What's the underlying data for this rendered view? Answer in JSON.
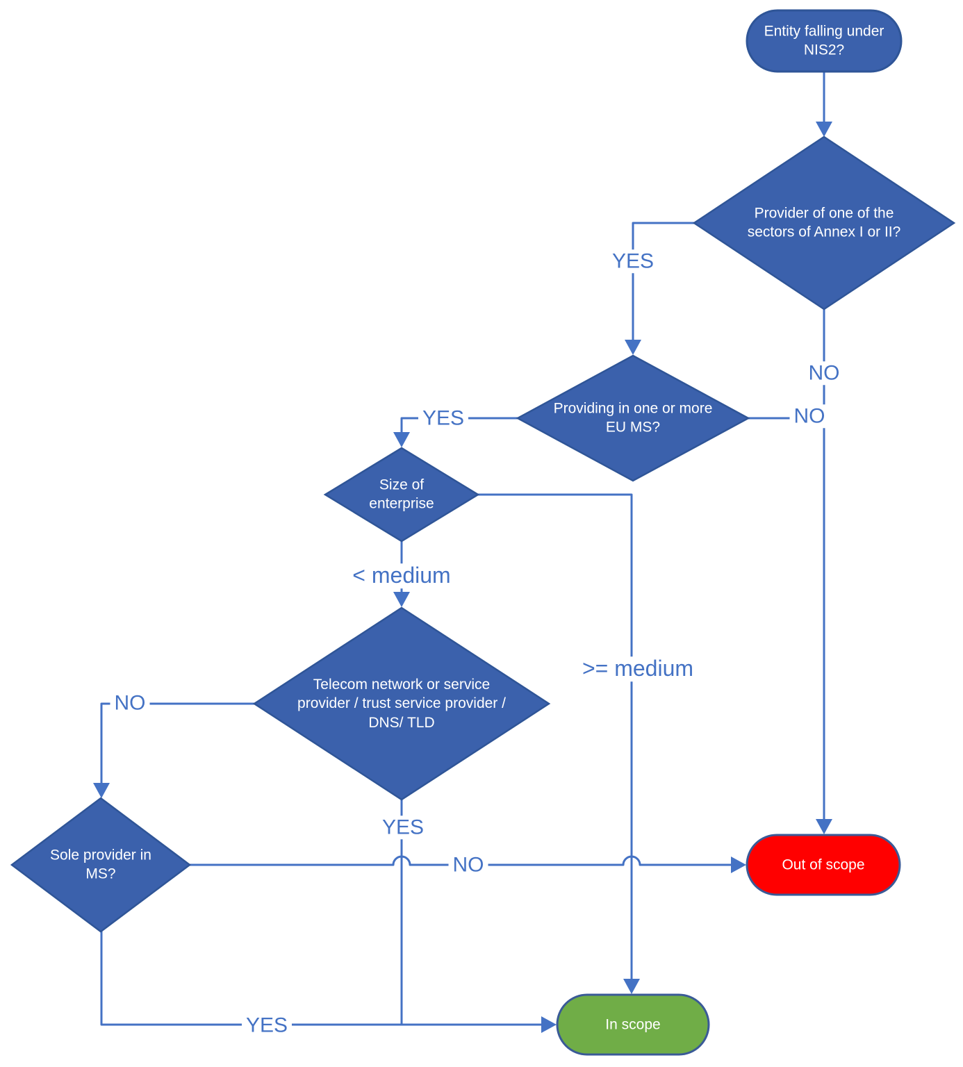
{
  "diagram": {
    "title": "NIS2 scope decision flowchart",
    "nodes": {
      "start": {
        "label": "Entity falling under\nNIS2?",
        "shape": "rounded-rectangle"
      },
      "sector_question": {
        "label": "Provider of one of the\nsectors of Annex I or II?",
        "shape": "diamond"
      },
      "eu_ms_question": {
        "label": "Providing in one or more\nEU MS?",
        "shape": "diamond"
      },
      "size_question": {
        "label": "Size of\nenterprise",
        "shape": "diamond"
      },
      "telecom_question": {
        "label": "Telecom network or service\nprovider / trust service provider /\nDNS/ TLD",
        "shape": "diamond"
      },
      "sole_provider_question": {
        "label": "Sole provider in\nMS?",
        "shape": "diamond"
      },
      "out_of_scope": {
        "label": "Out of scope",
        "shape": "rounded-rectangle"
      },
      "in_scope": {
        "label": "In scope",
        "shape": "rounded-rectangle"
      }
    },
    "edge_labels": {
      "sector_yes": "YES",
      "sector_no": "NO",
      "eu_ms_no": "NO",
      "eu_ms_yes": "YES",
      "size_lt_medium": "< medium",
      "size_ge_medium": ">= medium",
      "telecom_no": "NO",
      "telecom_yes": "YES",
      "sole_no": "NO",
      "sole_yes": "YES"
    }
  },
  "colors": {
    "line": "#4472C4",
    "node_fill": "#3B61AC",
    "node_stroke": "#2F5597",
    "pill_stroke": "#3A5A97",
    "out_fill": "#FF0000",
    "in_fill": "#70AD47"
  }
}
